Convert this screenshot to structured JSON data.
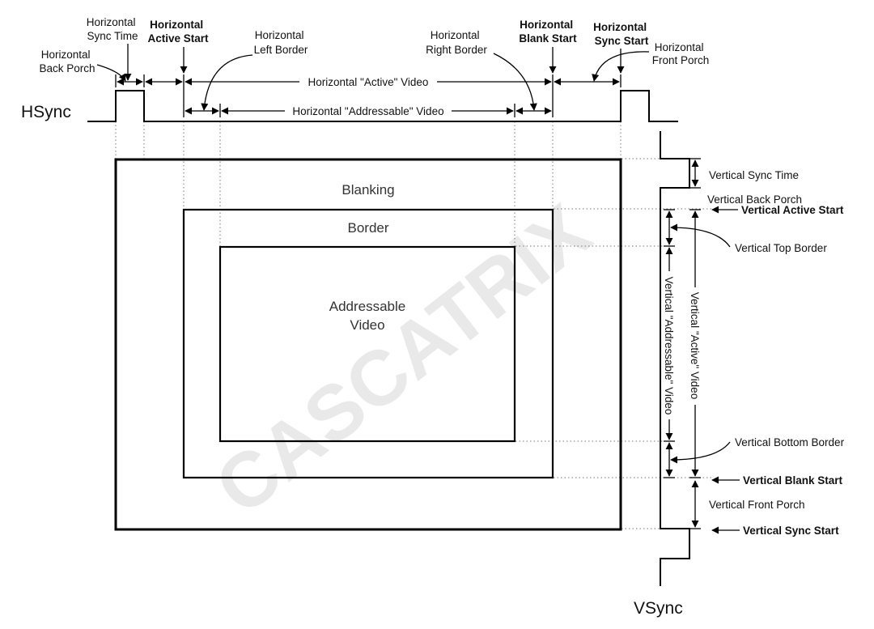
{
  "watermark": "CASCATRIX",
  "signals": {
    "hsync": "HSync",
    "vsync": "VSync"
  },
  "regions": {
    "blanking": "Blanking",
    "border": "Border",
    "addressable_line1": "Addressable",
    "addressable_line2": "Video"
  },
  "horizontal": {
    "back_porch": [
      "Horizontal",
      "Back Porch"
    ],
    "sync_time": [
      "Horizontal",
      "Sync Time"
    ],
    "active_start": [
      "Horizontal",
      "Active Start"
    ],
    "left_border": [
      "Horizontal",
      "Left Border"
    ],
    "right_border": [
      "Horizontal",
      "Right Border"
    ],
    "blank_start": [
      "Horizontal",
      "Blank Start"
    ],
    "sync_start": [
      "Horizontal",
      "Sync Start"
    ],
    "front_porch": [
      "Horizontal",
      "Front Porch"
    ],
    "active_video": "Horizontal \"Active\" Video",
    "addressable_video": "Horizontal \"Addressable\" Video"
  },
  "vertical": {
    "sync_time": "Vertical Sync Time",
    "back_porch": "Vertical Back Porch",
    "active_start": "Vertical Active Start",
    "top_border": "Vertical Top Border",
    "bottom_border": "Vertical Bottom Border",
    "blank_start": "Vertical Blank Start",
    "front_porch": "Vertical Front Porch",
    "sync_start": "Vertical Sync Start",
    "active_video": "Vertical \"Active\" Video",
    "addressable_video": "Vertical \"Addressable\" Video"
  }
}
